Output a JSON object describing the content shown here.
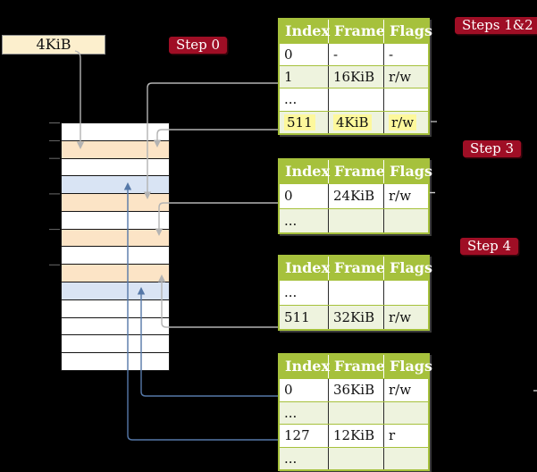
{
  "page_frame_label": {
    "text": "4KiB"
  },
  "badges": {
    "steps12": "Steps 1&2",
    "step0": "Step 0",
    "step3": "Step 3",
    "step4": "Step 4"
  },
  "memory_column": {
    "description": "physical memory frames, 4KiB each",
    "rows": [
      {
        "kind": "empty"
      },
      {
        "kind": "page-table"
      },
      {
        "kind": "empty"
      },
      {
        "kind": "data-page"
      },
      {
        "kind": "page-table"
      },
      {
        "kind": "empty"
      },
      {
        "kind": "page-table"
      },
      {
        "kind": "empty"
      },
      {
        "kind": "page-table"
      },
      {
        "kind": "data-page"
      },
      {
        "kind": "empty"
      },
      {
        "kind": "empty"
      },
      {
        "kind": "empty"
      },
      {
        "kind": "empty"
      }
    ]
  },
  "tables": [
    {
      "name": "root-page-table",
      "headers": [
        "Index",
        "Frame",
        "Flags"
      ],
      "rows": [
        {
          "cells": [
            "0",
            "-",
            "-"
          ],
          "shaded": false,
          "highlighted": false
        },
        {
          "cells": [
            "1",
            "16KiB",
            "r/w"
          ],
          "shaded": true,
          "highlighted": false
        },
        {
          "cells": [
            "...",
            "",
            ""
          ],
          "shaded": false,
          "highlighted": false
        },
        {
          "cells": [
            "511",
            "4KiB",
            "r/w"
          ],
          "shaded": true,
          "highlighted": true
        }
      ]
    },
    {
      "name": "page-table-step3",
      "headers": [
        "Index",
        "Frame",
        "Flags"
      ],
      "rows": [
        {
          "cells": [
            "0",
            "24KiB",
            "r/w"
          ],
          "shaded": false,
          "highlighted": false
        },
        {
          "cells": [
            "...",
            "",
            ""
          ],
          "shaded": true,
          "highlighted": false
        }
      ]
    },
    {
      "name": "page-table-step4",
      "headers": [
        "Index",
        "Frame",
        "Flags"
      ],
      "rows": [
        {
          "cells": [
            "...",
            "",
            ""
          ],
          "shaded": false,
          "highlighted": false
        },
        {
          "cells": [
            "511",
            "32KiB",
            "r/w"
          ],
          "shaded": true,
          "highlighted": false
        }
      ]
    },
    {
      "name": "leaf-page-table",
      "headers": [
        "Index",
        "Frame",
        "Flags"
      ],
      "rows": [
        {
          "cells": [
            "0",
            "36KiB",
            "r/w"
          ],
          "shaded": false,
          "highlighted": false
        },
        {
          "cells": [
            "...",
            "",
            ""
          ],
          "shaded": true,
          "highlighted": false
        },
        {
          "cells": [
            "127",
            "12KiB",
            "r"
          ],
          "shaded": false,
          "highlighted": false
        },
        {
          "cells": [
            "...",
            "",
            ""
          ],
          "shaded": true,
          "highlighted": false
        }
      ]
    }
  ],
  "colors": {
    "table_header_green": "#a6c13c",
    "table_shade_green": "#eef3de",
    "frame_page_table_peach": "#fce4c6",
    "frame_data_page_blue": "#d9e4f4",
    "frame_empty_white": "#ffffff",
    "badge_red": "#9f0e25",
    "label_cream": "#fcefcd",
    "highlight_yellow": "#fdf89c",
    "arrow_gray": "#b3b3b3",
    "arrow_blue": "#5578a8"
  }
}
